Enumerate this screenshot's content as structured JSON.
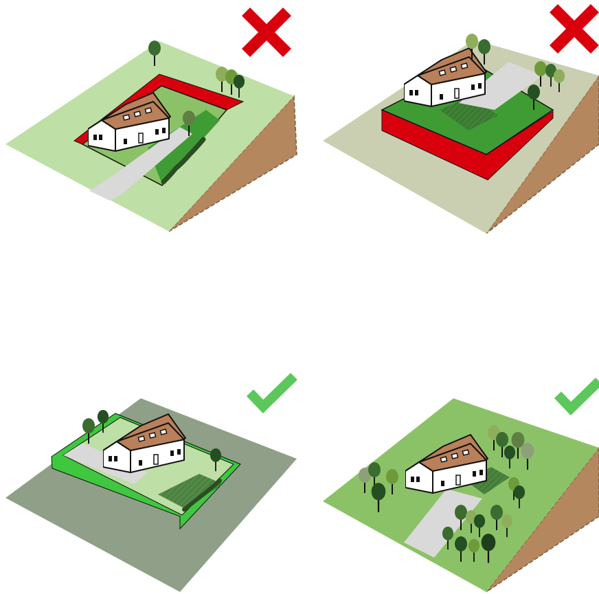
{
  "panels": [
    {
      "id": "cut-into-slope",
      "verdict": "wrong",
      "verdict_icon": "cross-icon"
    },
    {
      "id": "raised-on-fill",
      "verdict": "wrong",
      "verdict_icon": "cross-icon"
    },
    {
      "id": "flat-terrain",
      "verdict": "correct",
      "verdict_icon": "checkmark-icon"
    },
    {
      "id": "following-slope",
      "verdict": "correct",
      "verdict_icon": "checkmark-icon"
    }
  ],
  "colors": {
    "wrong": "#d9000d",
    "correct": "#5cc85c",
    "roof": "#b9805a",
    "wall": "#ffffff",
    "slope_earth": "#b5875e",
    "grass_light": "#bedfa5",
    "grass_mid": "#8cc267",
    "grass_dark": "#3f9c34",
    "tan_ground": "#c9cfb0",
    "grey_ground": "#8f9f88",
    "path": "#d9d9d9"
  }
}
